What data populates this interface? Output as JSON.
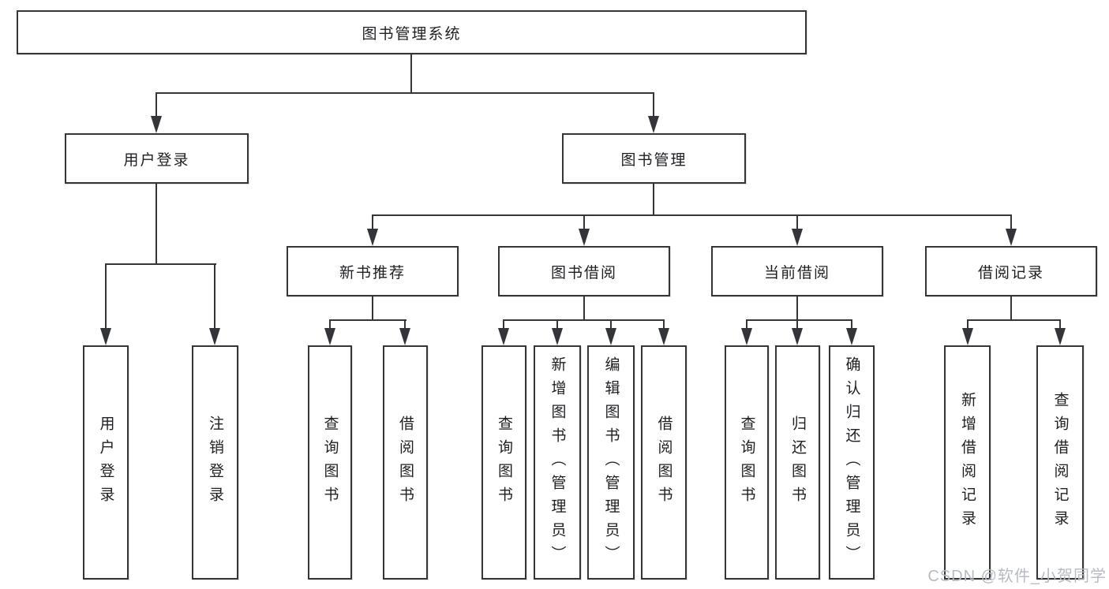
{
  "diagram": {
    "root_label": "图书管理系统",
    "user_login": {
      "label": "用户登录",
      "children": [
        "用户登录",
        "注销登录"
      ]
    },
    "book_mgmt": {
      "label": "图书管理"
    },
    "new_books": {
      "label": "新书推荐",
      "children": [
        "查询图书",
        "借阅图书"
      ]
    },
    "book_borrow": {
      "label": "图书借阅",
      "children": [
        "查询图书",
        "新增图书（管理员）",
        "编辑图书（管理员）",
        "借阅图书"
      ]
    },
    "current_borrow": {
      "label": "当前借阅",
      "children": [
        "查询图书",
        "归还图书",
        "确认归还（管理员）"
      ]
    },
    "borrow_records": {
      "label": "借阅记录",
      "children": [
        "新增借阅记录",
        "查询借阅记录"
      ]
    },
    "watermark": "CSDN @软件_小贺同学",
    "colors": {
      "line": "#333539",
      "text": "#1f1f23",
      "watermark": "#b7bbc2",
      "background": "#ffffff"
    }
  }
}
